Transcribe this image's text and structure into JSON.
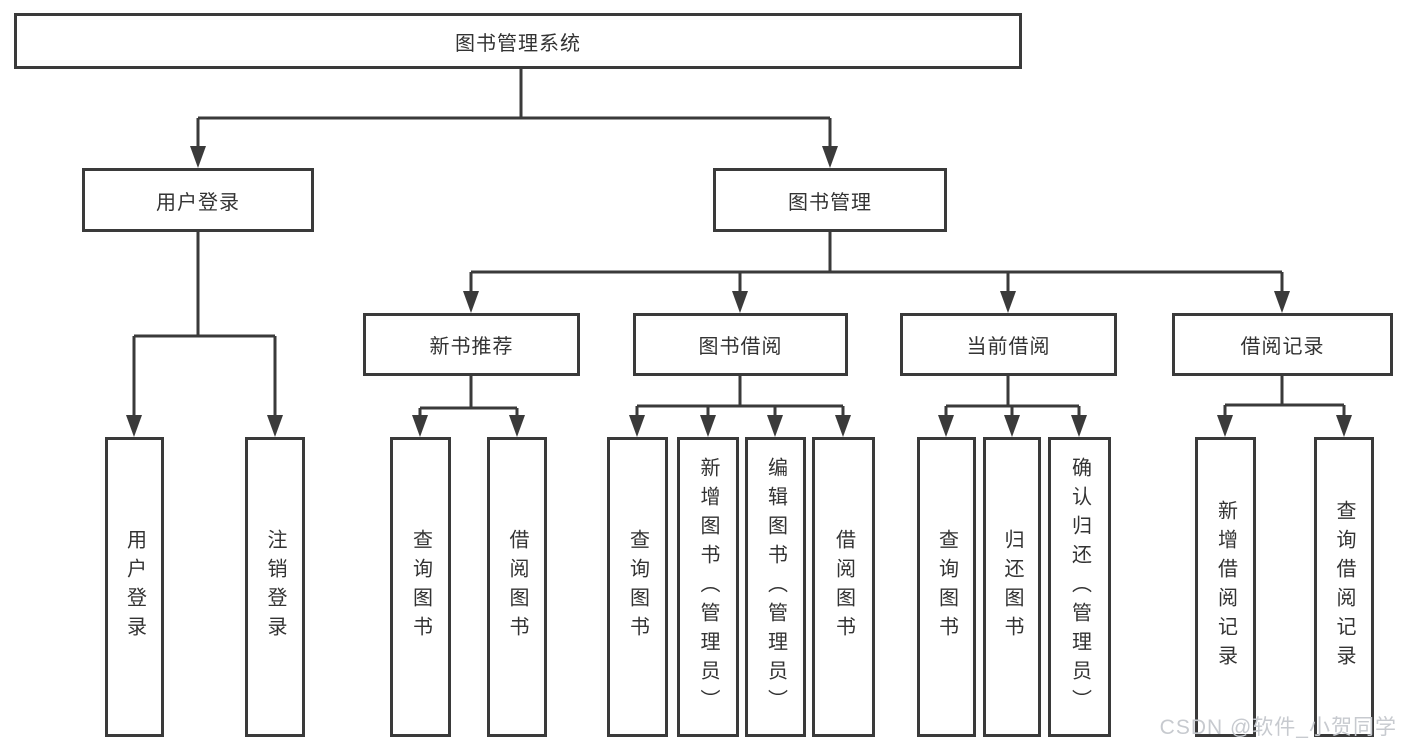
{
  "colors": {
    "line": "#3a3a3a",
    "box_border": "#3a3a3a",
    "text": "#333333",
    "background": "#ffffff",
    "watermark": "#c7cacf"
  },
  "watermark": {
    "text": "CSDN @软件_小贺同学"
  },
  "tree": {
    "root": {
      "label": "图书管理系统"
    },
    "branches": [
      {
        "label": "用户登录",
        "children": [
          {
            "label": "用户登录"
          },
          {
            "label": "注销登录"
          }
        ]
      },
      {
        "label": "图书管理",
        "children": [
          {
            "label": "新书推荐",
            "children": [
              {
                "label": "查询图书"
              },
              {
                "label": "借阅图书"
              }
            ]
          },
          {
            "label": "图书借阅",
            "children": [
              {
                "label": "查询图书"
              },
              {
                "label": "新增图书（管理员）"
              },
              {
                "label": "编辑图书（管理员）"
              },
              {
                "label": "借阅图书"
              }
            ]
          },
          {
            "label": "当前借阅",
            "children": [
              {
                "label": "查询图书"
              },
              {
                "label": "归还图书"
              },
              {
                "label": "确认归还（管理员）"
              }
            ]
          },
          {
            "label": "借阅记录",
            "children": [
              {
                "label": "新增借阅记录"
              },
              {
                "label": "查询借阅记录"
              }
            ]
          }
        ]
      }
    ]
  }
}
